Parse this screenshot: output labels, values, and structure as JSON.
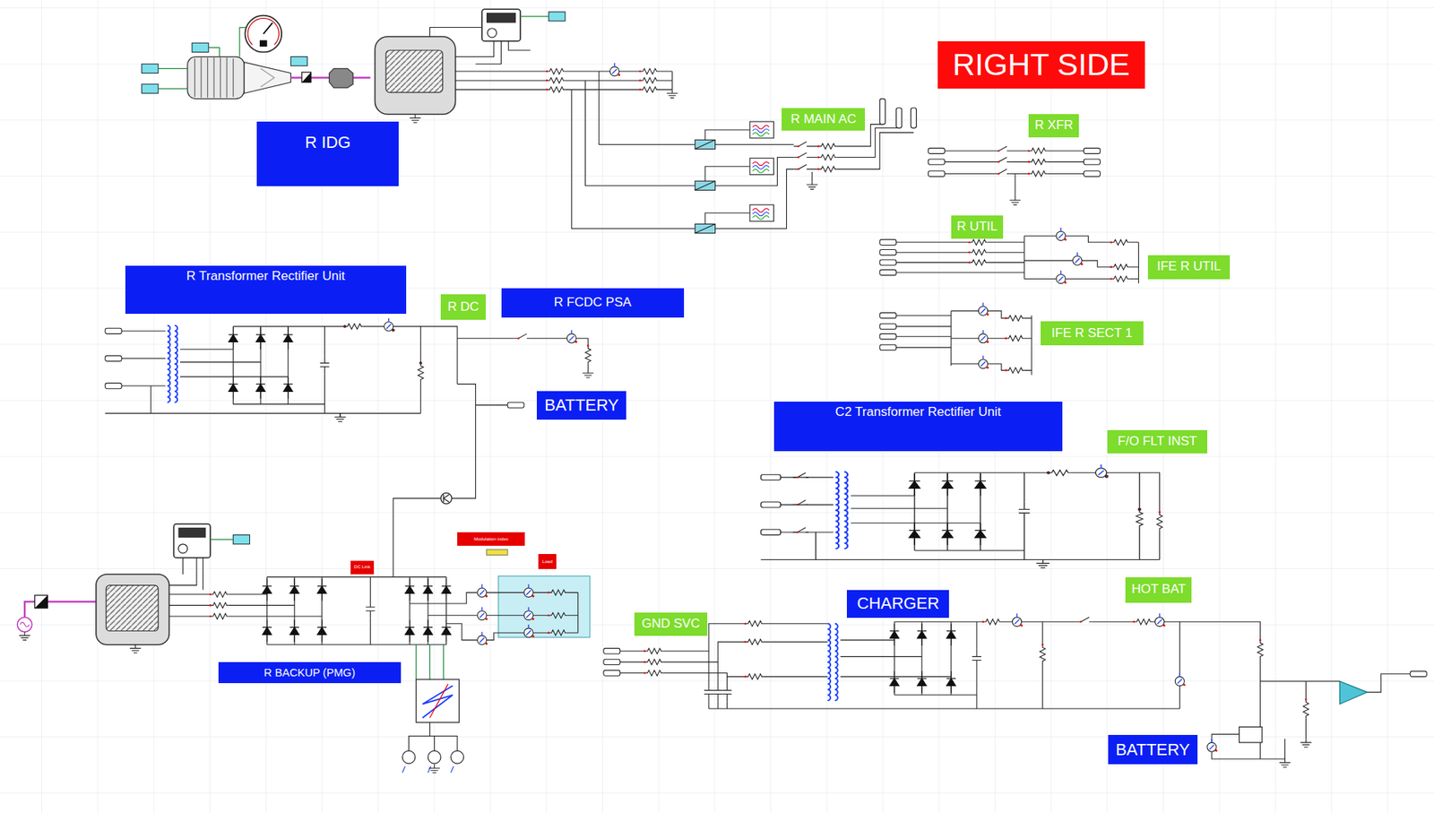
{
  "diagram": {
    "nodes": [
      {
        "text": [
          "RIGHT SIDE"
        ]
      },
      {
        "text": [
          "R MAIN AC"
        ]
      },
      {
        "text": [
          "R XFR"
        ]
      },
      {
        "text": [
          "R IDG"
        ]
      },
      {
        "text": [
          "R UTIL"
        ]
      },
      {
        "text": [
          "IFE R UTIL"
        ]
      },
      {
        "text": [
          "R Transformer Rectifier Unit"
        ]
      },
      {
        "text": [
          "R FCDC PSA"
        ]
      },
      {
        "text": [
          "R DC"
        ]
      },
      {
        "text": [
          "IFE R SECT 1"
        ]
      },
      {
        "text": [
          "BATTERY"
        ]
      },
      {
        "text": [
          "C2 Transformer Rectifier Unit"
        ]
      },
      {
        "text": [
          "F/O FLT INST"
        ]
      },
      {
        "text": [
          "Modulation index"
        ]
      },
      {
        "text": [
          "Load"
        ]
      },
      {
        "text": [
          "DC Link"
        ]
      },
      {
        "text": [
          "HOT BAT"
        ]
      },
      {
        "text": [
          "CHARGER"
        ]
      },
      {
        "text": [
          "GND SVC"
        ]
      },
      {
        "text": [
          "R BACKUP (PMG)"
        ]
      },
      {
        "text": [
          "BATTERY"
        ]
      }
    ]
  }
}
